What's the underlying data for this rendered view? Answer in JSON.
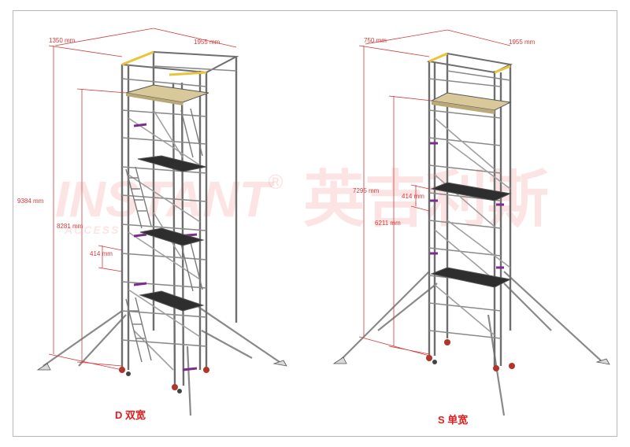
{
  "watermark": {
    "brand": "INSTANT",
    "registered": "®",
    "chinese": "英吉利斯",
    "sub": "ACCESS"
  },
  "left_tower": {
    "caption": "D 双宽",
    "dims": {
      "depth": "1350 mm",
      "length": "1955 mm",
      "total_height": "9384 mm",
      "platform_height": "8281 mm",
      "rung": "414 mm"
    }
  },
  "right_tower": {
    "caption": "S 单宽",
    "dims": {
      "depth": "750 mm",
      "length": "1955 mm",
      "total_height": "7295 mm",
      "platform_height": "6211 mm",
      "rung": "414 mm"
    }
  },
  "colors": {
    "dimension": "#d23a3a",
    "caption": "#e02020",
    "tube": "#6e6e6e",
    "brace": "#9a9a9a",
    "toe_board": "#d8c89a",
    "platform": "#2e2e2e",
    "guard_rail": "#e8c43a",
    "bracket": "#7a2d8c",
    "caster": "#b0352a",
    "frame": "#b7b7b7"
  }
}
